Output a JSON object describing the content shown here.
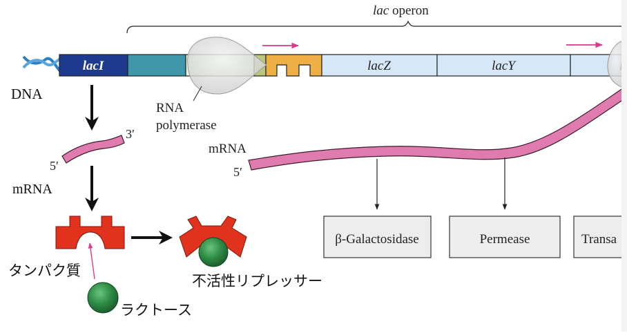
{
  "operon_label_italic": "lac",
  "operon_label_rest": " operon",
  "genes": {
    "lacI": "lacI",
    "lacZ": "lacZ",
    "lacY": "lacY",
    "lacA_partial": "l"
  },
  "labels": {
    "dna": "DNA",
    "rna_polymerase_line1": "RNA",
    "rna_polymerase_line2": "polymerase",
    "mrna_left": "mRNA",
    "mrna_right": "mRNA",
    "three_prime": "3′",
    "five_prime_left": "5′",
    "five_prime_right": "5′",
    "protein": "タンパク質",
    "lactose": "ラクトース",
    "inactive_repressor": "不活性リプレッサー"
  },
  "products": [
    {
      "label": "β-Galactosidase"
    },
    {
      "label": "Permease"
    },
    {
      "label": "Transa"
    }
  ],
  "colors": {
    "lacI": "#1e3a8e",
    "operator_teal": "#3e97a9",
    "promoter_green": "#e4f0dc",
    "orange": "#eeb045",
    "gene_blue": "#d6e7f8",
    "mrna_pink": "#e07bb0",
    "repressor_red": "#e0321d",
    "lactose_green": "#2e8b45",
    "arrow_magenta": "#d93a8a",
    "product_box": "#ededed"
  }
}
